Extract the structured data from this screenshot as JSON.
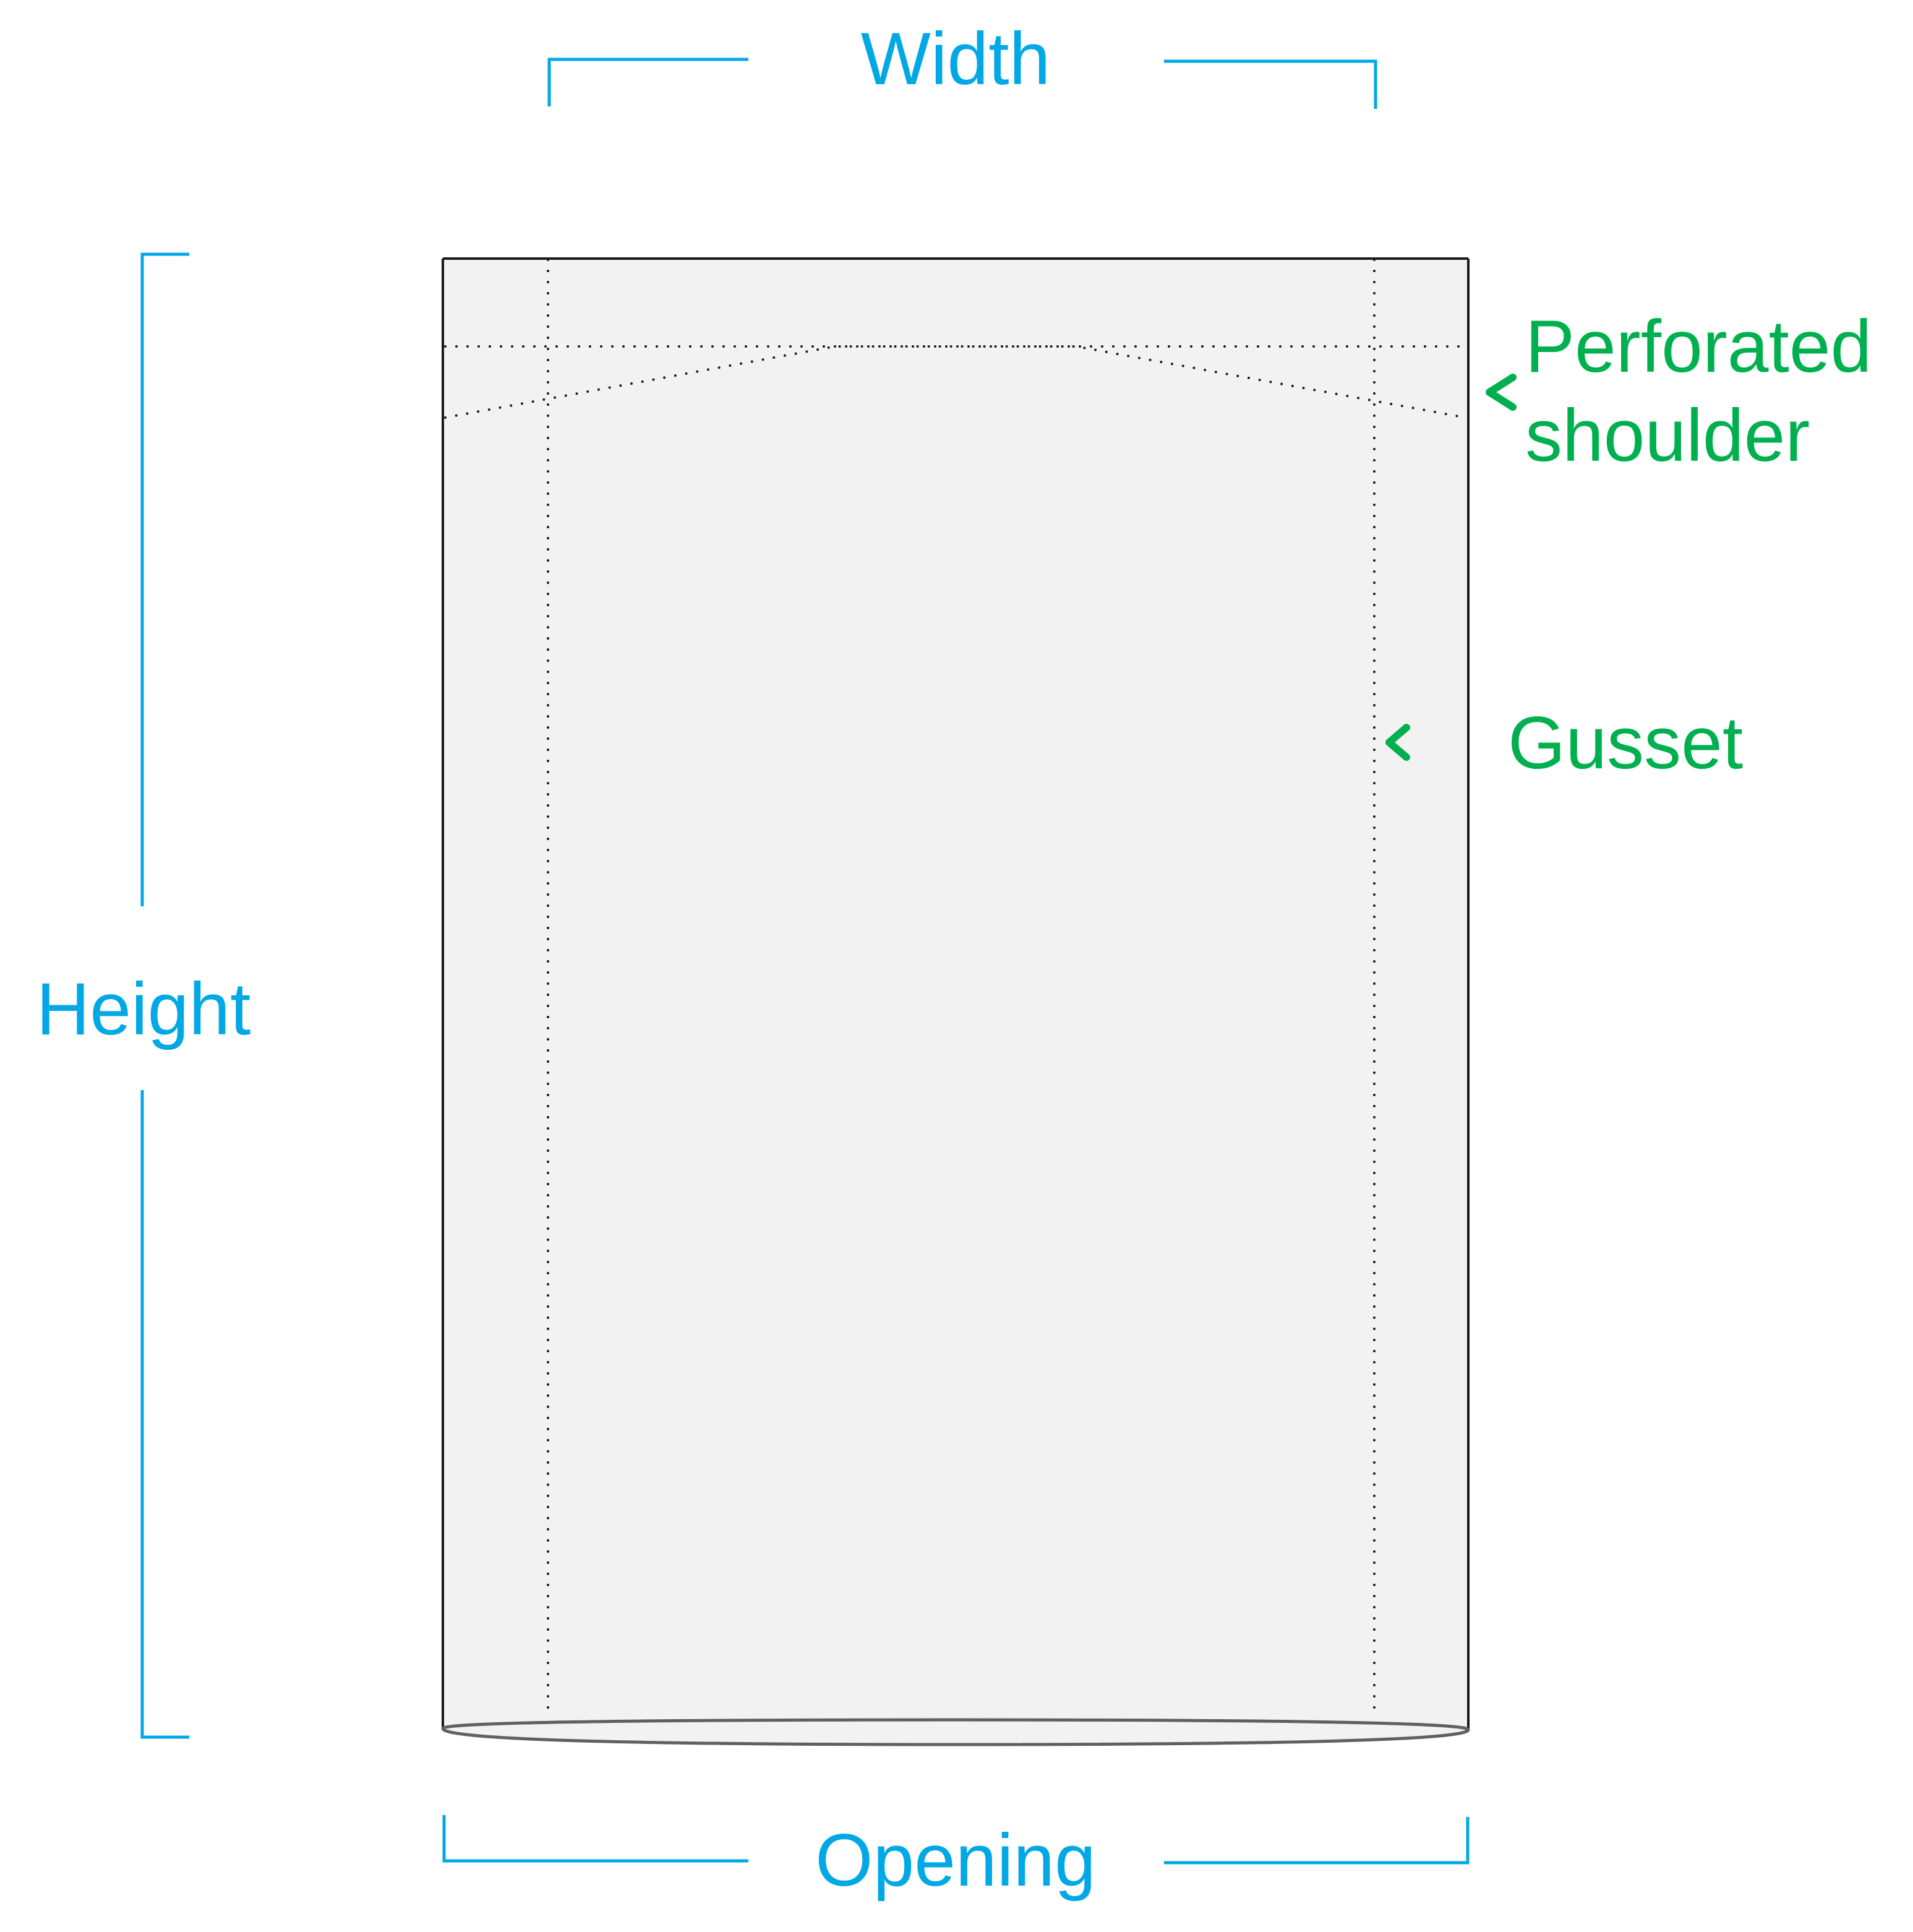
{
  "colors": {
    "dimension": "#00a8e6",
    "callout": "#00b04f",
    "bag_fill": "#f2f2f2",
    "bag_outline": "#1a1a1a",
    "bottom_edge": "#606060",
    "perforation": "#1a1a1a"
  },
  "labels": {
    "width": "Width",
    "height": "Height",
    "opening": "Opening",
    "perforated_line1": "Perforated",
    "perforated_line2": "shoulder",
    "gusset": "Gusset"
  },
  "icons": {
    "shoulder_arrow": "chevron-left-icon",
    "gusset_arrow": "chevron-left-icon"
  }
}
